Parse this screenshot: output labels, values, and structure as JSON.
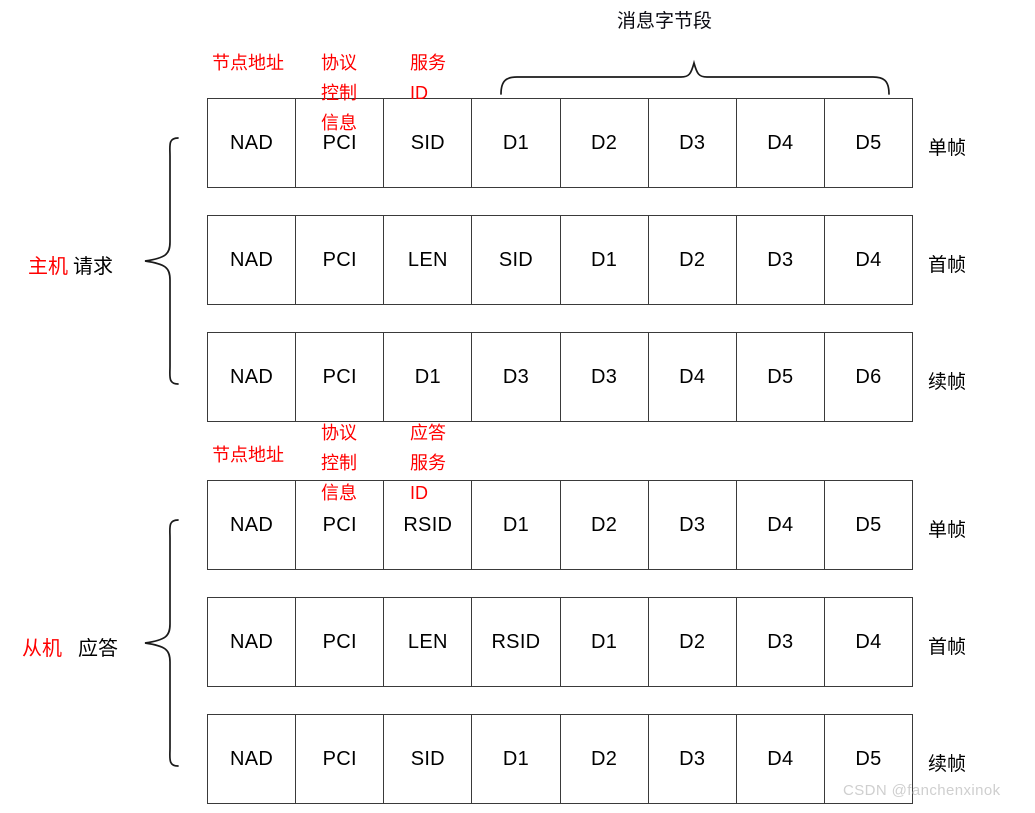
{
  "diagram": {
    "top_group_title": "消息字节段",
    "watermark": "CSDN @fanchenxinok",
    "colors": {
      "annotation_red": "#ff0000",
      "text_black": "#000000",
      "border": "#3a3a3a",
      "watermark": "#cfcfcf"
    },
    "groups": [
      {
        "name_red": "主机",
        "name_black": "请求",
        "row_indices": [
          0,
          1,
          2
        ]
      },
      {
        "name_red": "从机",
        "name_black": "应答",
        "row_indices": [
          3,
          4,
          5
        ]
      }
    ],
    "annotations_top": [
      {
        "text_lines": [
          "节点地址"
        ],
        "column": 0
      },
      {
        "text_lines": [
          "协议",
          "控制",
          "信息"
        ],
        "column": 1
      },
      {
        "text_lines": [
          "服务",
          "ID"
        ],
        "column": 2
      }
    ],
    "annotations_mid": [
      {
        "text_lines": [
          "节点地址"
        ],
        "column": 0
      },
      {
        "text_lines": [
          "协议",
          "控制",
          "信息"
        ],
        "column": 1
      },
      {
        "text_lines": [
          "应答",
          "服务",
          "ID"
        ],
        "column": 2
      }
    ],
    "rows": [
      {
        "frame_type": "单帧",
        "cells": [
          "NAD",
          "PCI",
          "SID",
          "D1",
          "D2",
          "D3",
          "D4",
          "D5"
        ]
      },
      {
        "frame_type": "首帧",
        "cells": [
          "NAD",
          "PCI",
          "LEN",
          "SID",
          "D1",
          "D2",
          "D3",
          "D4"
        ]
      },
      {
        "frame_type": "续帧",
        "cells": [
          "NAD",
          "PCI",
          "D1",
          "D3",
          "D3",
          "D4",
          "D5",
          "D6"
        ]
      },
      {
        "frame_type": "单帧",
        "cells": [
          "NAD",
          "PCI",
          "RSID",
          "D1",
          "D2",
          "D3",
          "D4",
          "D5"
        ]
      },
      {
        "frame_type": "首帧",
        "cells": [
          "NAD",
          "PCI",
          "LEN",
          "RSID",
          "D1",
          "D2",
          "D3",
          "D4"
        ]
      },
      {
        "frame_type": "续帧",
        "cells": [
          "NAD",
          "PCI",
          "SID",
          "D1",
          "D2",
          "D3",
          "D4",
          "D5"
        ]
      }
    ]
  }
}
